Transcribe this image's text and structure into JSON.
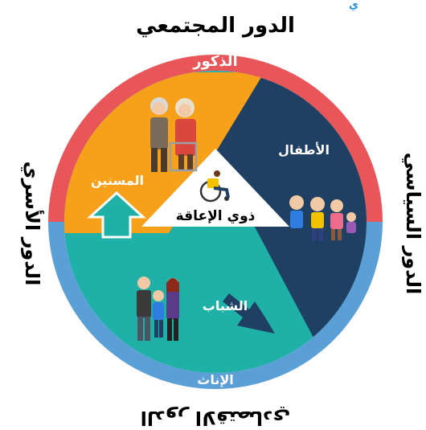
{
  "header": {
    "corner_text": "ي"
  },
  "outer_labels": {
    "top": "الدور المجتمعي",
    "left": "الدور الأسري",
    "right": "الدور السياسي",
    "bottom": "الدور الاقتصادي"
  },
  "ring_labels": {
    "top": "الذكور",
    "bottom": "الإناث"
  },
  "segments": {
    "elderly": "المسنين",
    "children": "الأطفال",
    "youth": "الشباب"
  },
  "center": {
    "label": "ذوي الإعاقة",
    "icon": "wheelchair-icon"
  },
  "colors": {
    "ring_male": "#e8565a",
    "ring_female": "#5a9fd6",
    "elderly": "#f7a11a",
    "children": "#1f3f63",
    "youth": "#1fb0a8",
    "arrow": "#1fb0a8",
    "center": "#ffffff",
    "text_dark": "#000000",
    "text_light": "#ffffff"
  },
  "illustrations": [
    "elderly-couple-icon",
    "children-group-icon",
    "family-icon"
  ]
}
